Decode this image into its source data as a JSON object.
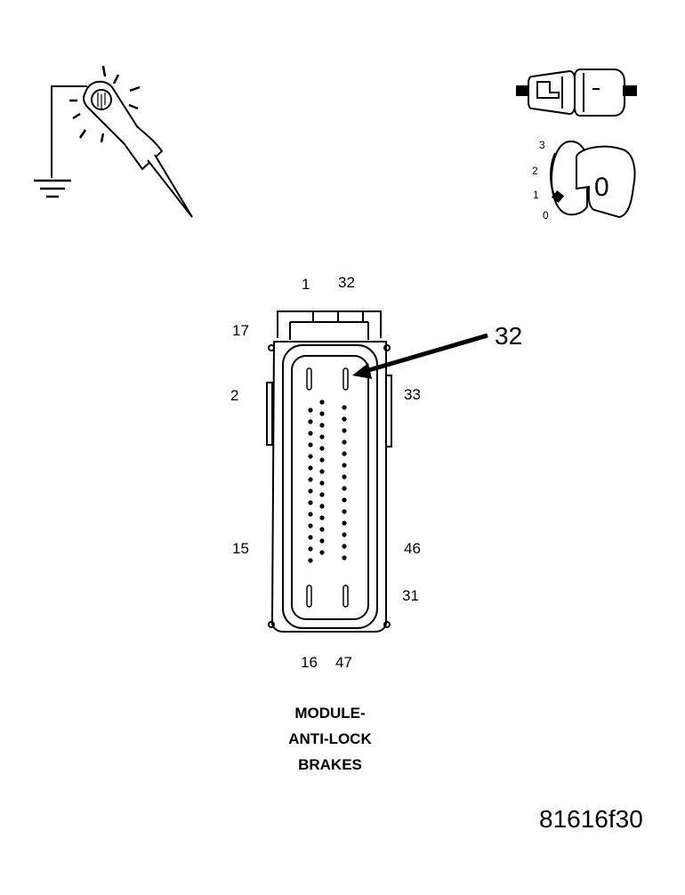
{
  "connector": {
    "pin_labels": {
      "top_left": "1",
      "top_right": "32",
      "left_17": "17",
      "left_2": "2",
      "left_15": "15",
      "right_33": "33",
      "right_46": "46",
      "right_31": "31",
      "bottom_left": "16",
      "bottom_right": "47"
    },
    "callout_label": "32",
    "column_left_pins": 14,
    "column_right_pins": 14
  },
  "caption": {
    "line1": "MODULE-",
    "line2": "ANTI-LOCK",
    "line3": "BRAKES"
  },
  "ignition": {
    "positions": [
      "3",
      "2",
      "1",
      "0"
    ],
    "key_label": "0"
  },
  "figure_id": "81616f30"
}
